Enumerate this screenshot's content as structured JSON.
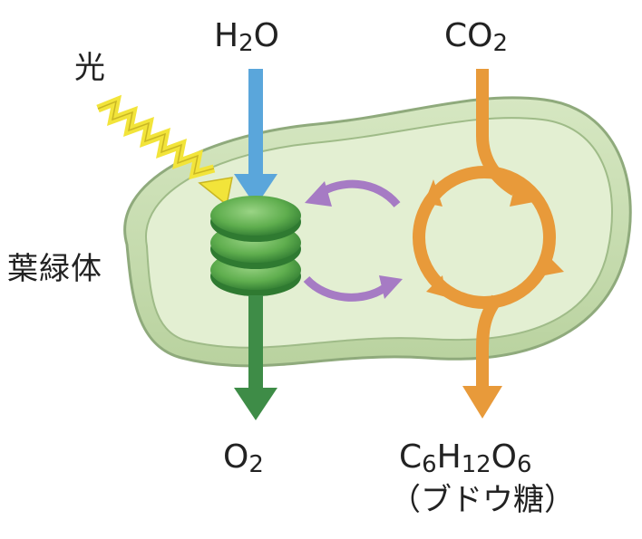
{
  "labels": {
    "light": "光",
    "chloroplast": "葉緑体",
    "water": {
      "base": "H",
      "sub1": "2",
      "tail": "O"
    },
    "carbon_dioxide": {
      "base": "CO",
      "sub1": "2"
    },
    "oxygen": {
      "base": "O",
      "sub1": "2"
    },
    "glucose": {
      "c": "C",
      "s1": "6",
      "h": "H",
      "s2": "12",
      "o": "O",
      "s3": "6"
    },
    "glucose_name": "（ブドウ糖）"
  },
  "colors": {
    "chloroplast_outer": "#c8dcb0",
    "chloroplast_outline": "#8faa7c",
    "chloroplast_inner": "#e3efd2",
    "water_arrow": "#5aa6db",
    "oxygen_arrow": "#3e8c47",
    "light_arrow": "#f2e43a",
    "exchange_arrows": "#a67bc4",
    "cycle_arrows": "#e89a3a",
    "thylakoid": "#5fae4e"
  }
}
